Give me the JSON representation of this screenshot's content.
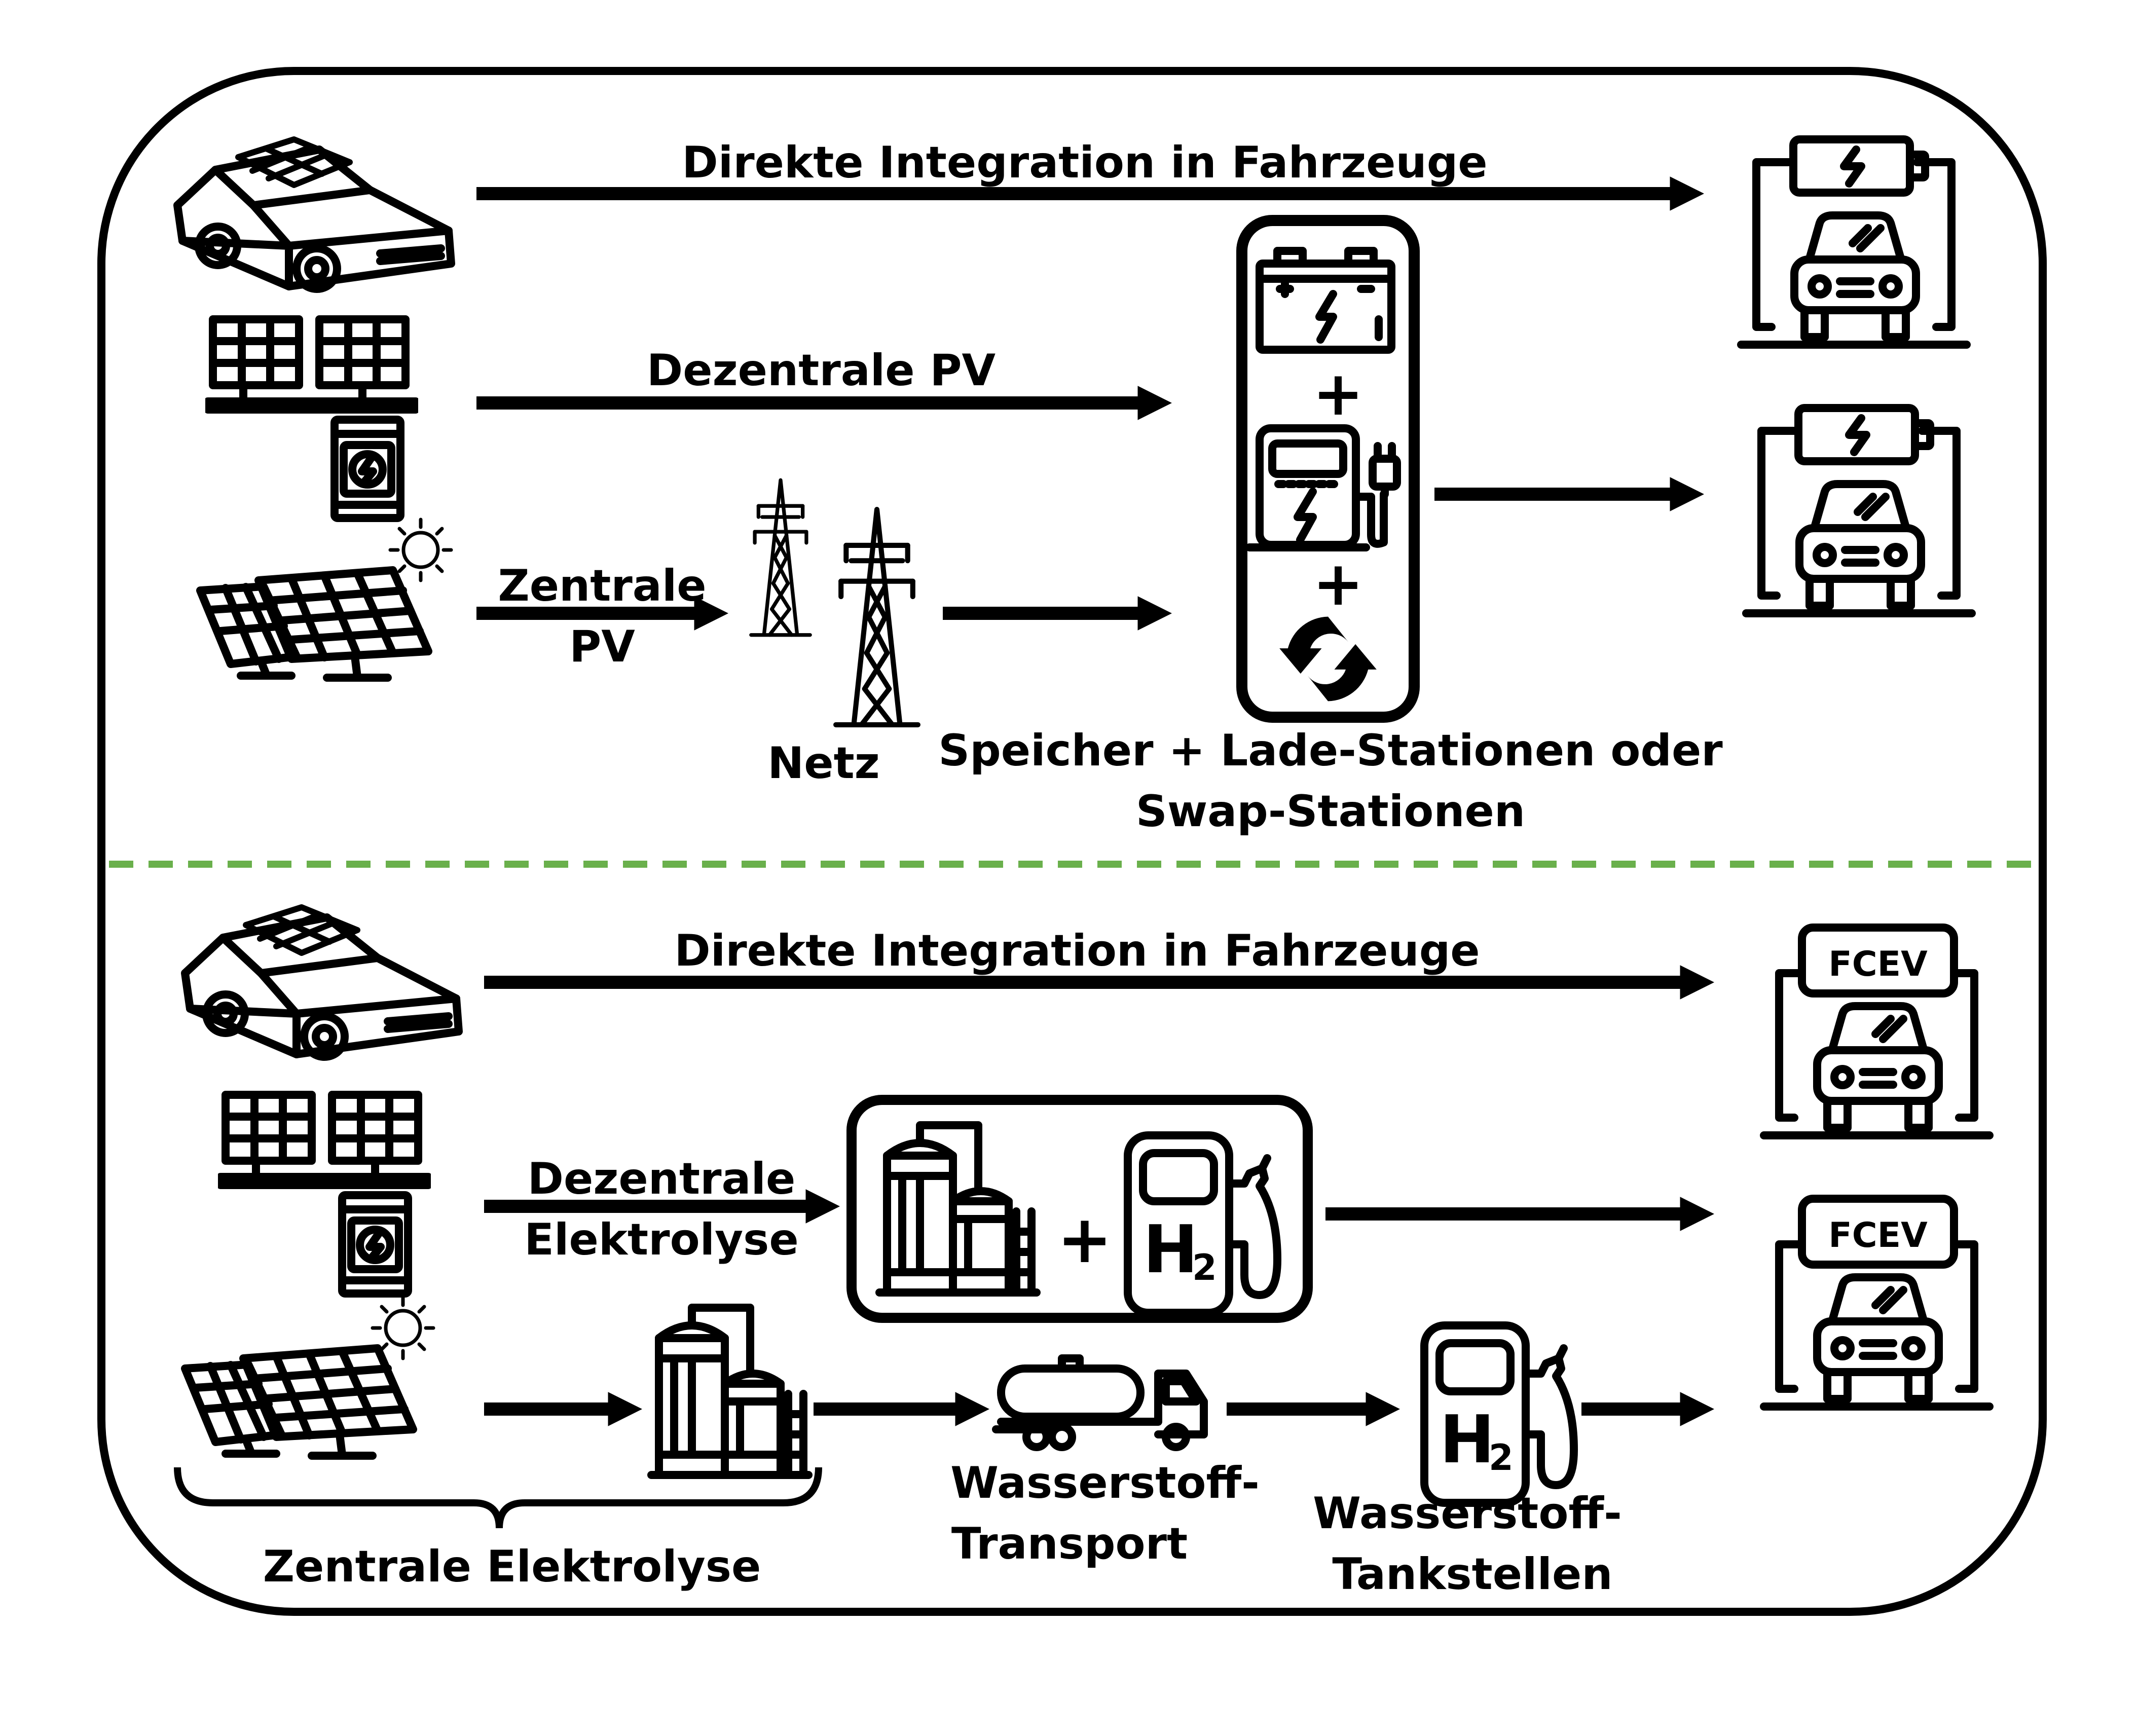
{
  "labels": {
    "direct_integration_top": "Direkte Integration in Fahrzeuge",
    "decentral_pv": "Dezentrale PV",
    "central_pv_line1": "Zentrale",
    "central_pv_line2": "PV",
    "grid": "Netz",
    "storage_line1": "Speicher + Lade-Stationen oder",
    "storage_line2": "Swap-Stationen",
    "direct_integration_bottom": "Direkte Integration in Fahrzeuge",
    "decentral_electrolysis_line1": "Dezentrale",
    "decentral_electrolysis_line2": "Elektrolyse",
    "central_electrolysis": "Zentrale Elektrolyse",
    "h2_transport_line1": "Wasserstoff-",
    "h2_transport_line2": "Transport",
    "h2_stations_line1": "Wasserstoff-",
    "h2_stations_line2": "Tankstellen",
    "fcev_1": "FCEV",
    "fcev_2": "FCEV",
    "plus_1": "+",
    "plus_2": "+",
    "plus_3": "+",
    "h2_symbol_1": "H",
    "h2_sub_1": "2",
    "h2_symbol_2": "H",
    "h2_sub_2": "2"
  },
  "colors": {
    "line": "#000000",
    "divider": "#6ab04c",
    "background": "#ffffff"
  },
  "icons": [
    "solar-car-icon",
    "rooftop-pv-icon",
    "inverter-icon",
    "solar-farm-icon",
    "sun-icon",
    "transmission-tower-icon",
    "battery-icon",
    "charging-station-icon",
    "battery-swap-icon",
    "electric-vehicle-icon",
    "fcev-vehicle-icon",
    "electrolyzer-icon",
    "hydrogen-pump-icon",
    "hydrogen-truck-icon"
  ]
}
